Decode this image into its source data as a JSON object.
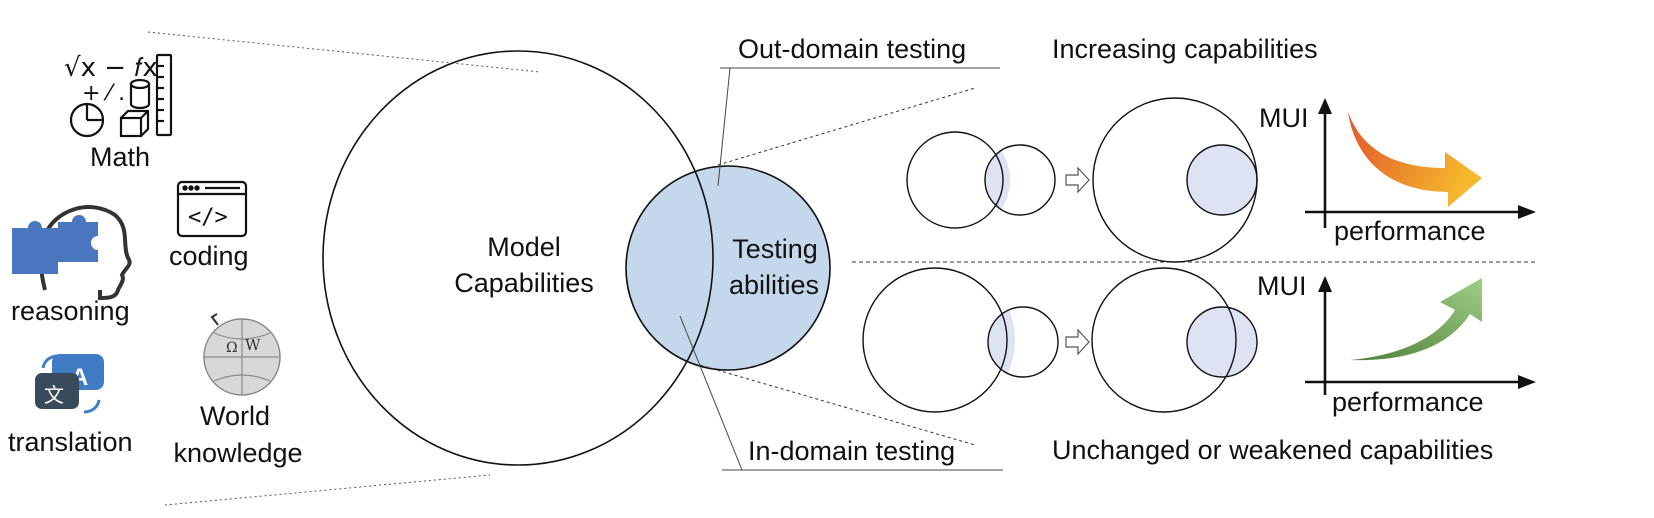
{
  "capabilities": {
    "math": "Math",
    "coding": "coding",
    "reasoning": "reasoning",
    "translation": "translation",
    "world_knowledge_line1": "World",
    "world_knowledge_line2": "knowledge"
  },
  "venn": {
    "model_line1": "Model",
    "model_line2": "Capabilities",
    "testing_line1": "Testing",
    "testing_line2": "abilities"
  },
  "callouts": {
    "out_domain": "Out-domain testing",
    "in_domain": "In-domain testing"
  },
  "panels": {
    "top_title": "Increasing capabilities",
    "bottom_title": "Unchanged or weakened capabilities",
    "y_axis": "MUI",
    "x_axis": "performance"
  },
  "icon_text": {
    "math_row1": "√x − 𝑓x",
    "math_row2": "+ ⁄ .",
    "code": "</>",
    "translate_a": "A",
    "translate_zh": "文",
    "wiki_w": "W",
    "wiki_omega": "Ω"
  },
  "colors": {
    "overlap_fill": "#c5d7ea",
    "small_overlap_fill": "#dde3f3",
    "puzzle_blue": "#4a76bf",
    "arrow_orange_start": "#e2572a",
    "arrow_orange_end": "#f5b82e",
    "arrow_green_start": "#4e7f3b",
    "arrow_green_end": "#9fcf84"
  }
}
